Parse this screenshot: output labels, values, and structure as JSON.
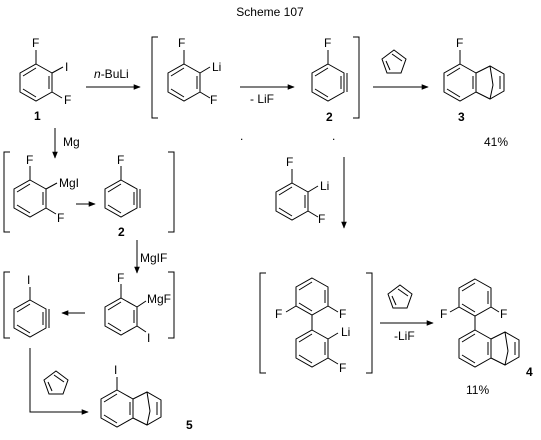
{
  "title": "Scheme 107",
  "atoms": {
    "F": "F",
    "I": "I",
    "Li": "Li",
    "MgI": "MgI",
    "MgF": "MgF"
  },
  "reagents": {
    "nBuLi_prefix": "n",
    "nBuLi_suffix": "-BuLi",
    "loss_LiF": "- LiF",
    "loss_LiF_2": "-LiF",
    "Mg": "Mg",
    "MgIF": "MgIF"
  },
  "labels": {
    "c1": "1",
    "c2a": "2",
    "c2b": "2",
    "c3": "3",
    "c4": "4",
    "c5": "5"
  },
  "yields": {
    "c3": "41%",
    "c4": "11%"
  }
}
